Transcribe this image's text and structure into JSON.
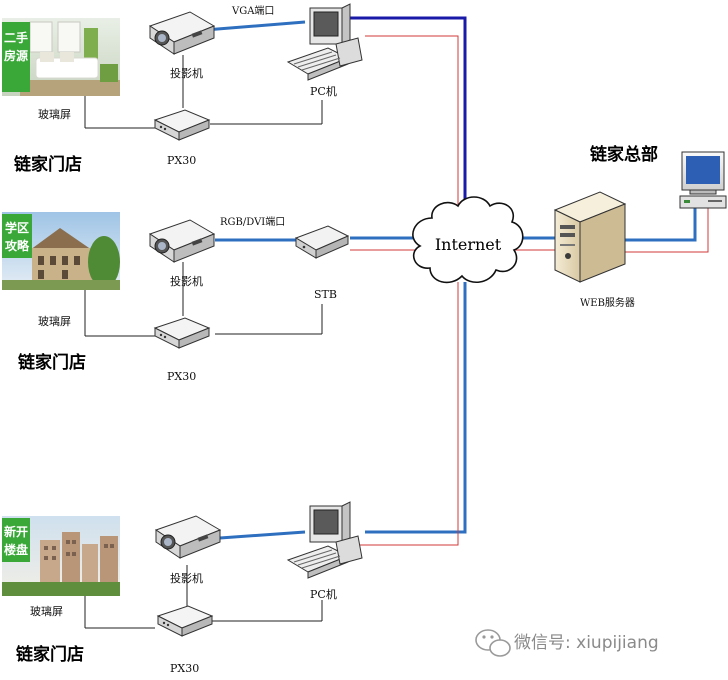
{
  "stores": [
    {
      "tag_line1": "二手",
      "tag_line2": "房源",
      "tag_color": "#3aa838",
      "projector_label": "投影机",
      "glass_label": "玻璃屏",
      "px_label": "PX30",
      "store_label": "链家门店",
      "device_label": "PC机",
      "port_label": "VGA端口"
    },
    {
      "tag_line1": "学区",
      "tag_line2": "攻略",
      "tag_color": "#3aa838",
      "projector_label": "投影机",
      "glass_label": "玻璃屏",
      "px_label": "PX30",
      "store_label": "链家门店",
      "device_label": "STB",
      "port_label": "RGB/DVI端口"
    },
    {
      "tag_line1": "新开",
      "tag_line2": "楼盘",
      "tag_color": "#3aa838",
      "projector_label": "投影机",
      "glass_label": "玻璃屏",
      "px_label": "PX30",
      "store_label": "链家门店",
      "device_label": "PC机",
      "port_label": ""
    }
  ],
  "cloud_label": "Internet",
  "hq_label": "链家总部",
  "server_label": "WEB服务器",
  "watermark": "微信号: xiupijiang",
  "colors": {
    "blue_link": "#2e6fc0",
    "red_link": "#d23a3a",
    "dark_blue_link": "#1a1aa8",
    "black_link": "#222222"
  }
}
